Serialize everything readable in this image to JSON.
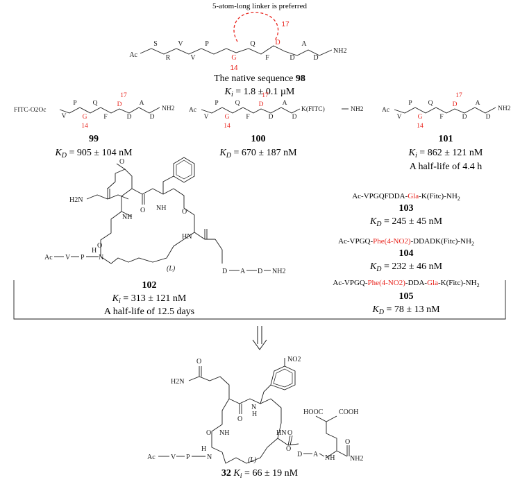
{
  "colors": {
    "highlight": "#e8221b",
    "ink": "#1a1a1a"
  },
  "top": {
    "linker_note": "5-atom-long linker is preferred",
    "sequence": [
      "Ac",
      "S",
      "R",
      "V",
      "V",
      "P",
      "G",
      "Q",
      "F",
      "D",
      "D",
      "A",
      "D",
      "NH2"
    ],
    "pos14": "14",
    "pos17": "17",
    "caption": "The native sequence",
    "compound": "98",
    "value_prefix": "K",
    "value_sub": "i",
    "value": " =  1.8 ± 0.1 µM"
  },
  "row2": {
    "c99": {
      "residues": [
        "FITC-O2Oc",
        "V",
        "P",
        "G",
        "Q",
        "F",
        "D",
        "D",
        "A",
        "D",
        "NH2"
      ],
      "pos14": "14",
      "pos17": "17",
      "compound": "99",
      "value_sub": "D",
      "value": " = 905 ± 104 nM"
    },
    "c100": {
      "residues": [
        "Ac",
        "V",
        "P",
        "G",
        "Q",
        "F",
        "D",
        "D",
        "A",
        "D",
        "K(FITC)",
        "NH2"
      ],
      "pos14": "14",
      "pos17": "17",
      "compound": "100",
      "value_sub": "D",
      "value": " = 670 ± 187 nM"
    },
    "c101": {
      "residues": [
        "Ac",
        "V",
        "P",
        "G",
        "Q",
        "F",
        "D",
        "D",
        "A",
        "D",
        "NH2"
      ],
      "pos14": "14",
      "pos17": "17",
      "compound": "101",
      "value_sub": "i",
      "value": " = 862 ± 121 nM",
      "note": "A half-life of 4.4 h"
    }
  },
  "box": {
    "c102": {
      "labels": [
        "H2N",
        "O",
        "O",
        "NH",
        "NH",
        "O",
        "O",
        "HN",
        "H",
        "N",
        "Ac",
        "V",
        "P",
        "(L)",
        "D",
        "A",
        "D",
        "NH2"
      ],
      "compound": "102",
      "value_sub": "i",
      "value": " = 313 ± 121 nM",
      "note": "A half-life of 12.5 days"
    },
    "c103": {
      "seq_a": "Ac-VPGQFDDA-",
      "seq_hl": "Gla",
      "seq_b": "-K(Fitc)-NH",
      "sub2": "2",
      "compound": "103",
      "value_sub": "D",
      "value": " = 245 ± 45 nM"
    },
    "c104": {
      "seq_a": "Ac-VPGQ-",
      "seq_hl": "Phe(4-NO2)",
      "seq_b": "-DDADK(Fitc)-NH",
      "sub2": "2",
      "compound": "104",
      "value_sub": "D",
      "value": " = 232 ± 46 nM"
    },
    "c105": {
      "seq_a": "Ac-VPGQ-",
      "seq_hl": "Phe(4-NO2)",
      "seq_mid": "-DDA-",
      "seq_hl2": "Gla",
      "seq_b": "-K(Fitc)-NH",
      "sub2": "2",
      "compound": "105",
      "value_sub": "D",
      "value": " = 78 ± 13 nM"
    }
  },
  "bottom": {
    "labels": [
      "NO2",
      "H2N",
      "O",
      "O",
      "HOOC",
      "COOH",
      "N",
      "H",
      "O",
      "NH",
      "HN",
      "O",
      "H",
      "N",
      "Ac",
      "V",
      "P",
      "(L)",
      "O",
      "D",
      "A",
      "NH",
      "O",
      "NH2"
    ],
    "compound": "32",
    "value_sub": "i",
    "value": " = 66 ± 19 nM"
  }
}
